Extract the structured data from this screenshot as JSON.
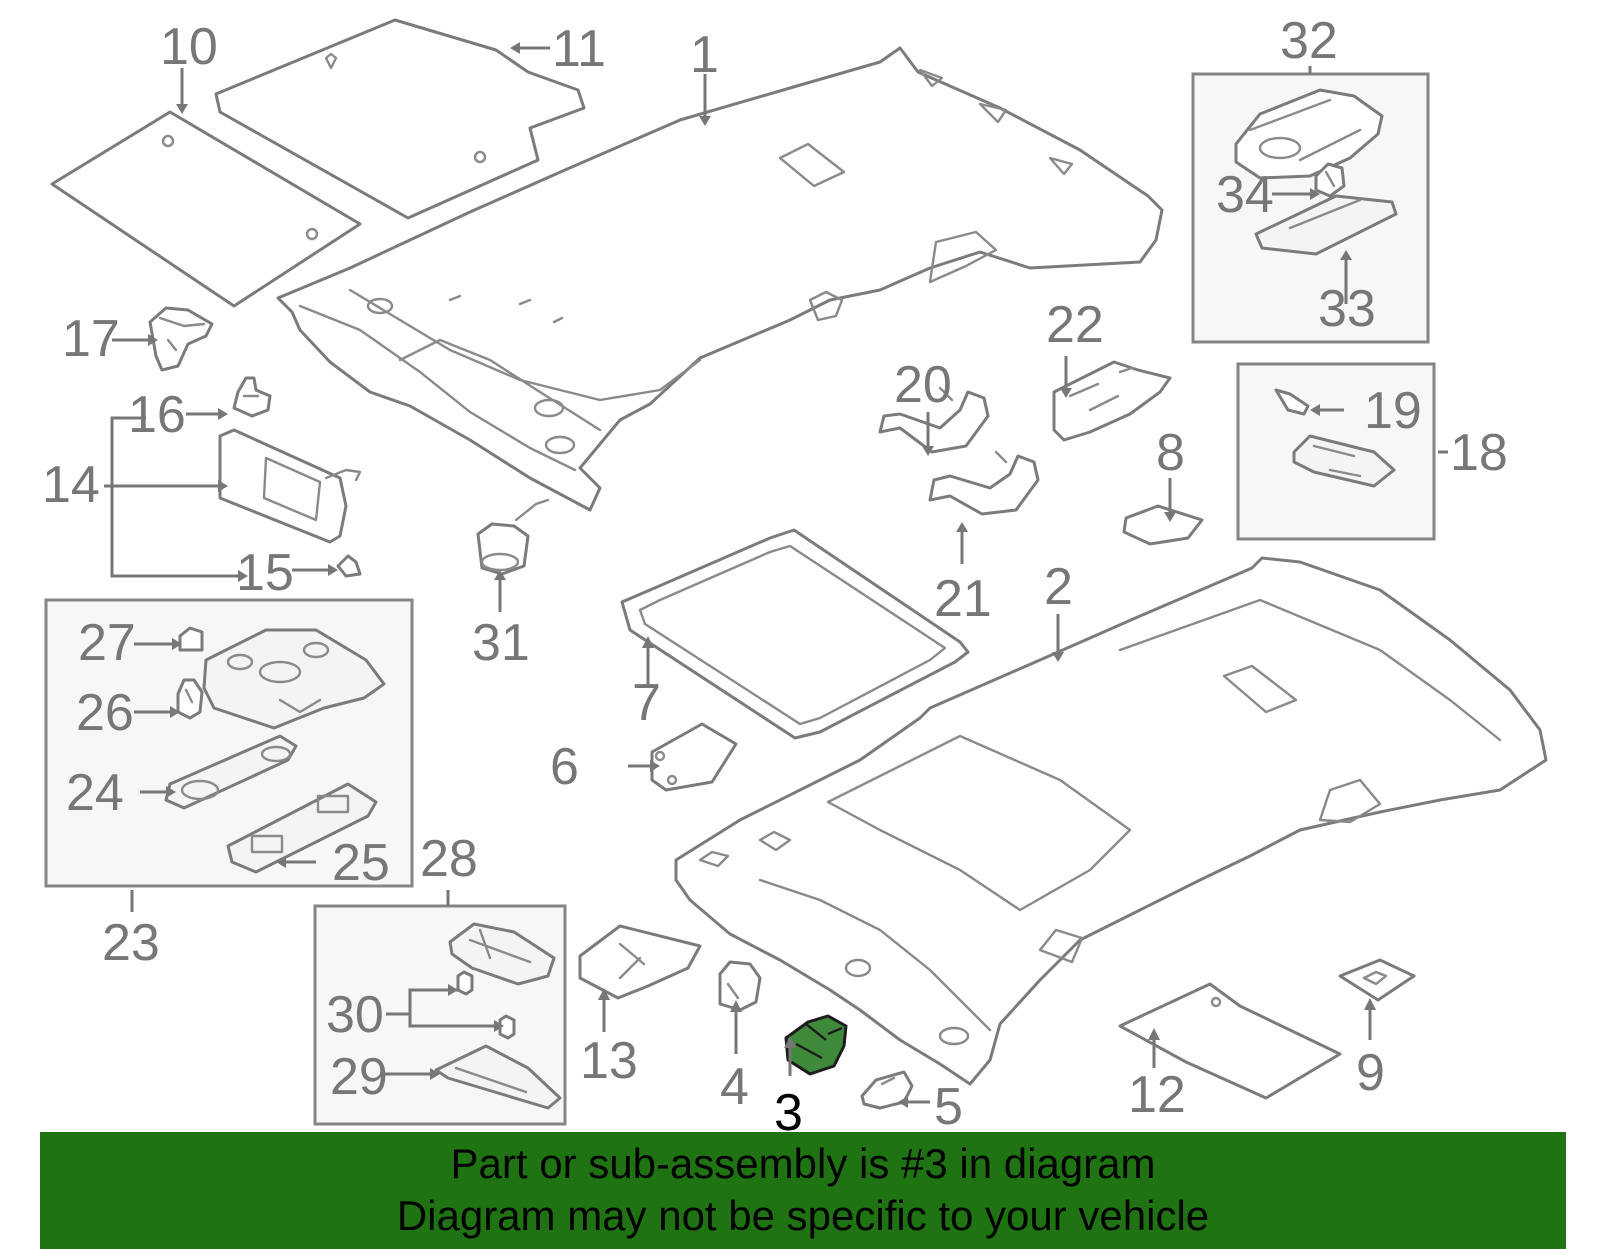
{
  "callouts": {
    "c1": "1",
    "c2": "2",
    "c3": "3",
    "c4": "4",
    "c5": "5",
    "c6": "6",
    "c7": "7",
    "c8": "8",
    "c9": "9",
    "c10": "10",
    "c11": "11",
    "c12": "12",
    "c13": "13",
    "c14": "14",
    "c15": "15",
    "c16": "16",
    "c17": "17",
    "c18": "18",
    "c19": "19",
    "c20": "20",
    "c21": "21",
    "c22": "22",
    "c23": "23",
    "c24": "24",
    "c25": "25",
    "c26": "26",
    "c27": "27",
    "c28": "28",
    "c29": "29",
    "c30": "30",
    "c31": "31",
    "c32": "32",
    "c33": "33",
    "c34": "34"
  },
  "highlight": {
    "part_number": "3",
    "color": "#3e8a3a"
  },
  "banner": {
    "line1": "Part or sub-assembly is #3 in diagram",
    "line2": "Diagram may not be specific to your vehicle",
    "background": "#1f7312"
  }
}
